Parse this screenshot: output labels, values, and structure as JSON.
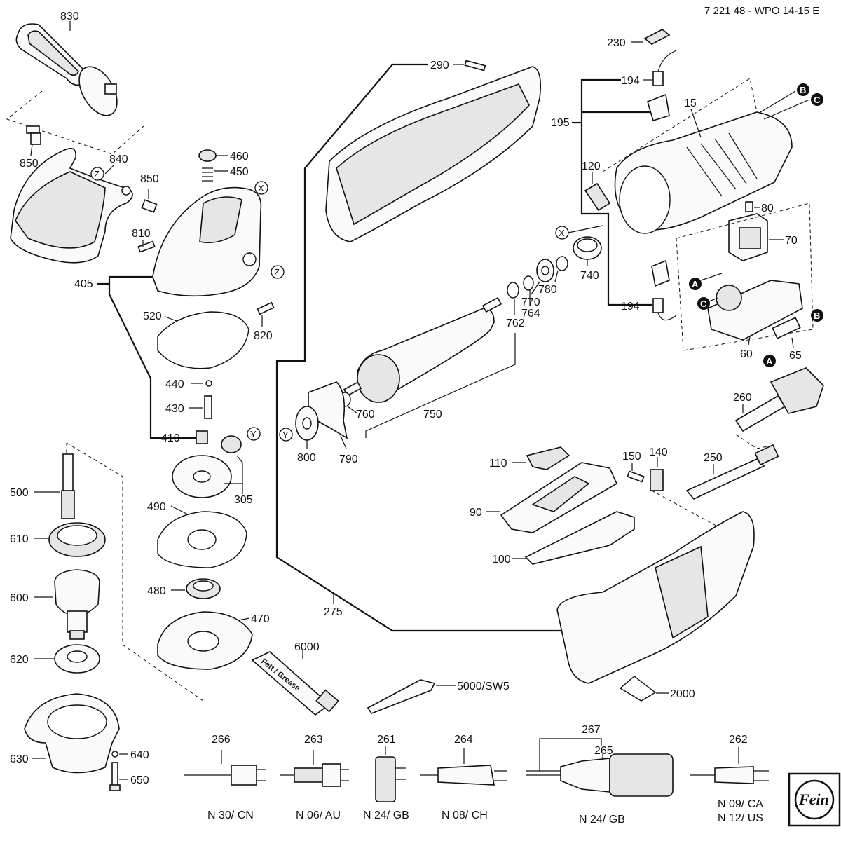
{
  "header": {
    "doc_ref": "7 221 48 - WPO 14-15 E"
  },
  "parts": {
    "p830": "830",
    "p850a": "850",
    "p840": "840",
    "p850b": "850",
    "p810": "810",
    "p460": "460",
    "p450": "450",
    "p405": "405",
    "p520": "520",
    "p820": "820",
    "p440": "440",
    "p430": "430",
    "p410": "410",
    "p305": "305",
    "p490": "490",
    "p480": "480",
    "p470": "470",
    "p500": "500",
    "p610": "610",
    "p600": "600",
    "p620": "620",
    "p630": "630",
    "p640": "640",
    "p650": "650",
    "p6000": "6000",
    "p290": "290",
    "p275": "275",
    "p750": "750",
    "p760": "760",
    "p790": "790",
    "p800": "800",
    "p762": "762",
    "p764": "764",
    "p770": "770",
    "p780": "780",
    "p740": "740",
    "p230": "230",
    "p194a": "194",
    "p195": "195",
    "p15": "15",
    "p120": "120",
    "p80": "80",
    "p70": "70",
    "p194b": "194",
    "p60": "60",
    "p65": "65",
    "p260": "260",
    "p110": "110",
    "p90": "90",
    "p100": "100",
    "p150": "150",
    "p140": "140",
    "p250": "250",
    "p5000": "5000/SW5",
    "p2000": "2000",
    "p266": "266",
    "p263": "263",
    "p261": "261",
    "p264": "264",
    "p267": "267",
    "p265": "265",
    "p262": "262"
  },
  "ref_marks": {
    "x": "X",
    "y": "Y",
    "z": "Z",
    "a": "A",
    "b": "B",
    "c": "C"
  },
  "tube_text": "Fett / Grease",
  "plug_variants": {
    "n30": "N 30/ CN",
    "n06": "N 06/ AU",
    "n24a": "N 24/ GB",
    "n08": "N 08/ CH",
    "n24b": "N 24/ GB",
    "n09": "N 09/ CA",
    "n12": "N 12/ US"
  },
  "logo": {
    "name": "fein-logo",
    "text": "Fein"
  }
}
